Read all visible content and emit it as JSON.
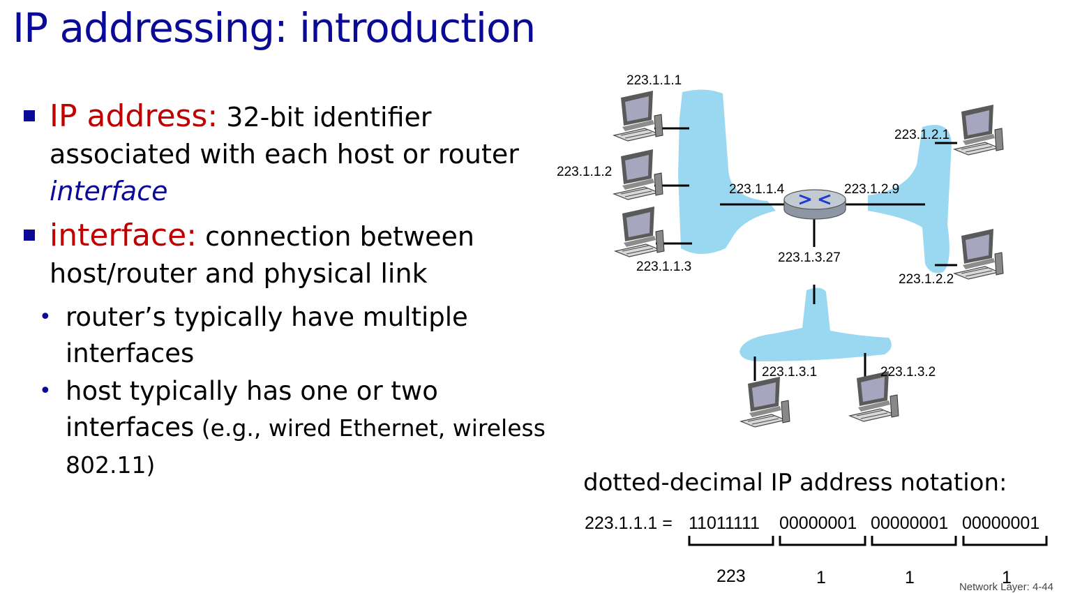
{
  "slide": {
    "title": "IP addressing: introduction",
    "footer": "Network Layer: 4-44"
  },
  "bullets": {
    "b1": {
      "term": "IP address:",
      "text1": " 32-bit identifier associated with each host or router ",
      "emph": "interface"
    },
    "b2": {
      "term": "interface:",
      "text1": " connection between host/router and physical link"
    },
    "sub1": {
      "text": "router’s typically have multiple interfaces"
    },
    "sub2": {
      "text_main": "host typically has one or two interfaces",
      "text_small": " (e.g., wired Ethernet, wireless 802.11)"
    }
  },
  "network": {
    "hosts": {
      "h111": "223.1.1.1",
      "h112": "223.1.1.2",
      "h113": "223.1.1.3",
      "h121": "223.1.2.1",
      "h122": "223.1.2.2",
      "h131": "223.1.3.1",
      "h132": "223.1.3.2"
    },
    "router": {
      "if114": "223.1.1.4",
      "if129": "223.1.2.9",
      "if1327": "223.1.3.27"
    },
    "colors": {
      "link": "#9ad8f2",
      "router": "#bcc4cc",
      "arrows": "#1e3cd2"
    }
  },
  "notation": {
    "title": "dotted-decimal IP address notation:",
    "address": "223.1.1.1 =",
    "bytes": [
      "11011111",
      "00000001",
      "00000001",
      "00000001"
    ],
    "decimals": [
      "223",
      "1",
      "1",
      "1"
    ]
  }
}
